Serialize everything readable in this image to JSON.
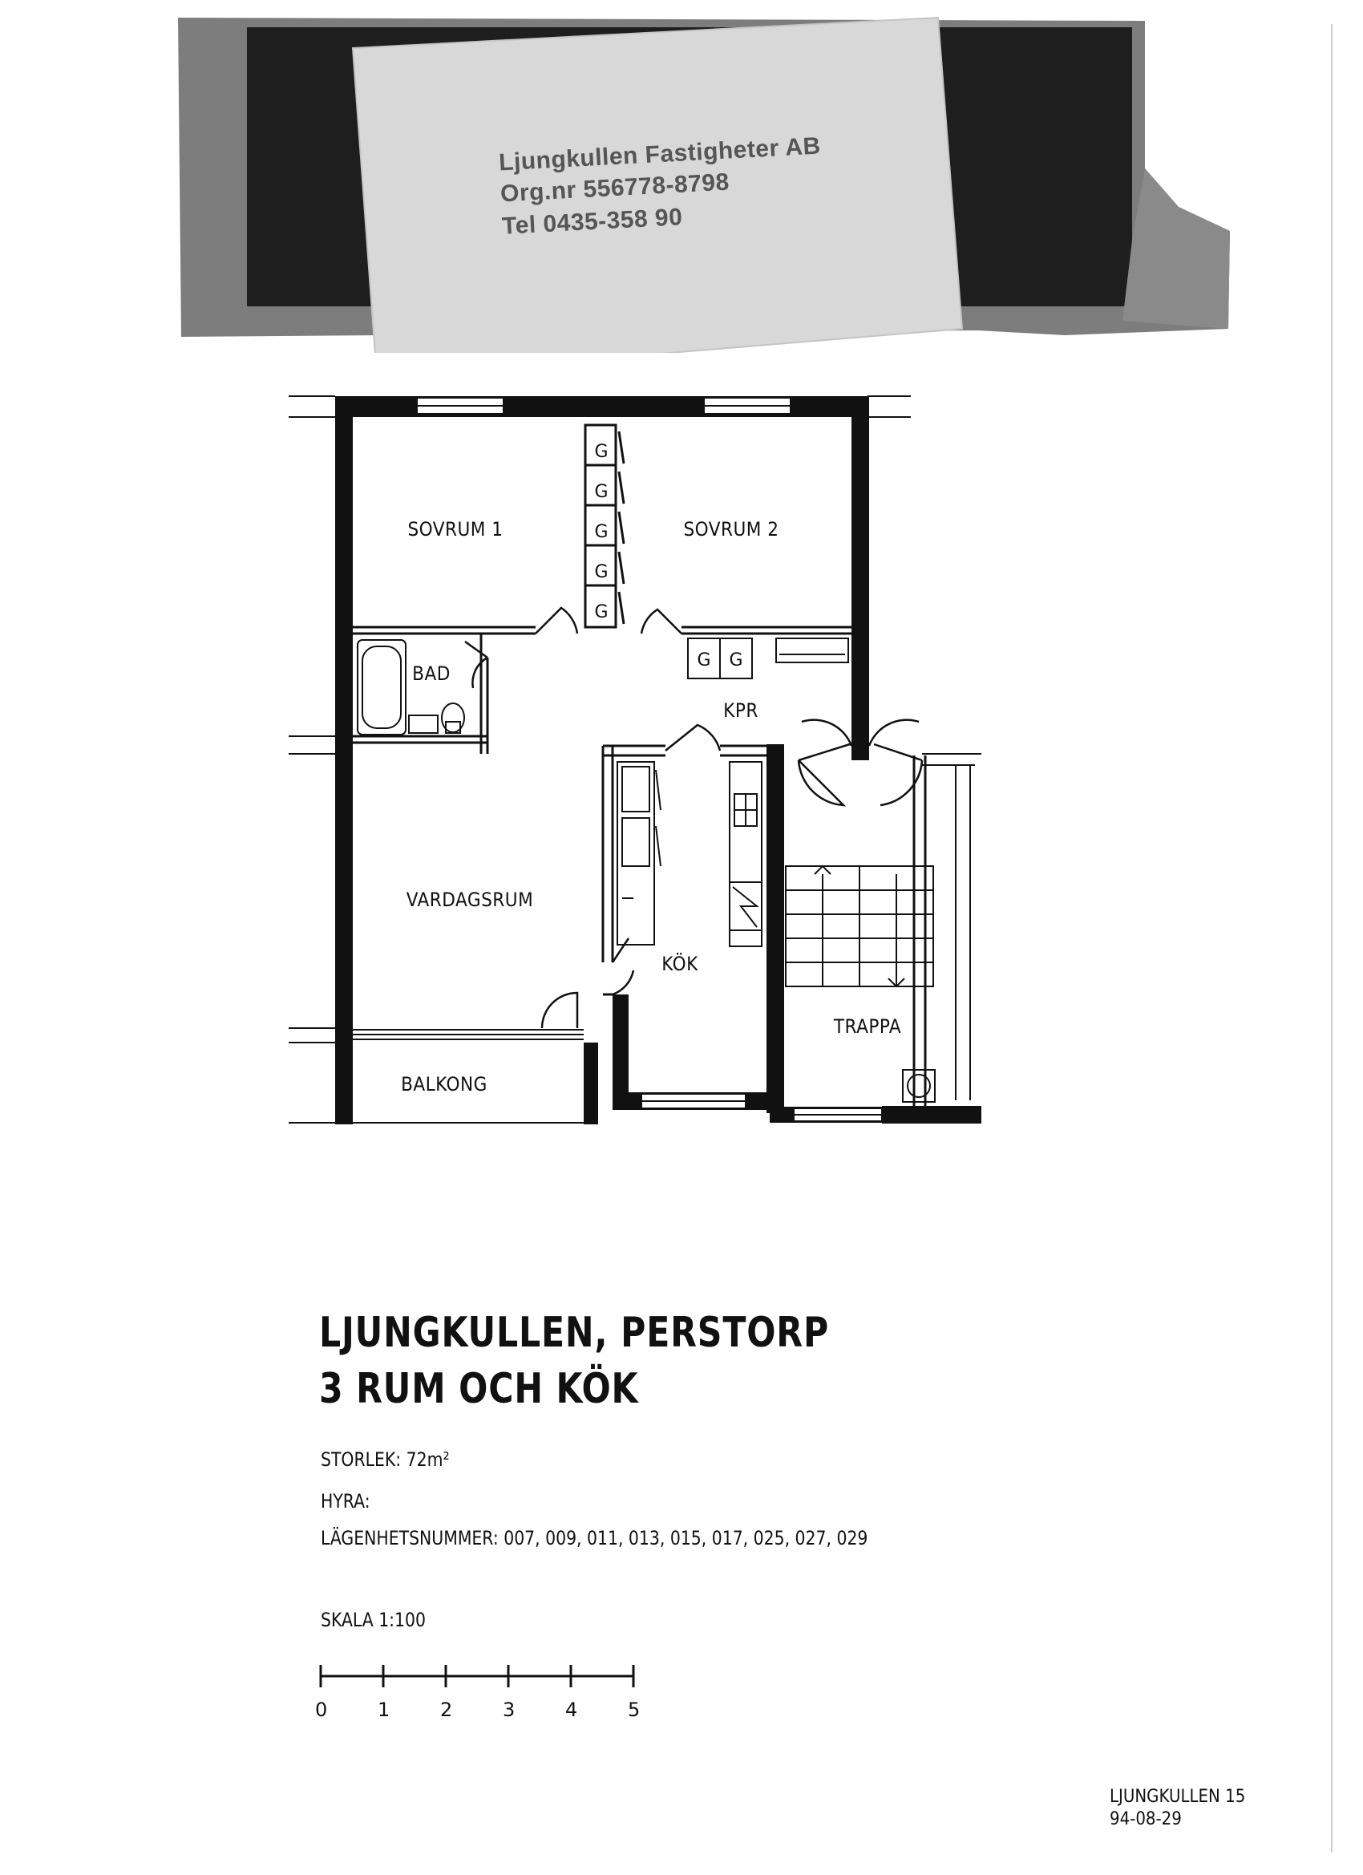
{
  "stamp": {
    "company": "Ljungkullen Fastigheter AB",
    "org_nr": "Org.nr 556778-8798",
    "tel": "Tel 0435-358 90"
  },
  "rooms": {
    "sovrum1": "SOVRUM 1",
    "sovrum2": "SOVRUM 2",
    "bad": "BAD",
    "kpr": "KPR",
    "vardagsrum": "VARDAGSRUM",
    "kok": "KÖK",
    "trappa": "TRAPPA",
    "balkong": "BALKONG",
    "closet_mark": "G"
  },
  "title": {
    "line1": "LJUNGKULLEN, PERSTORP",
    "line2": "3 RUM OCH KÖK"
  },
  "info": {
    "storlek": "STORLEK: 72m²",
    "hyra": "HYRA:",
    "lagenhetsnummer": "LÄGENHETSNUMMER: 007, 009, 011, 013, 015, 017, 025, 027, 029",
    "skala": "SKALA 1:100"
  },
  "scale_bar": {
    "ticks": [
      "0",
      "1",
      "2",
      "3",
      "4",
      "5"
    ]
  },
  "footer": {
    "ref": "LJUNGKULLEN 15",
    "date": "94-08-29"
  }
}
